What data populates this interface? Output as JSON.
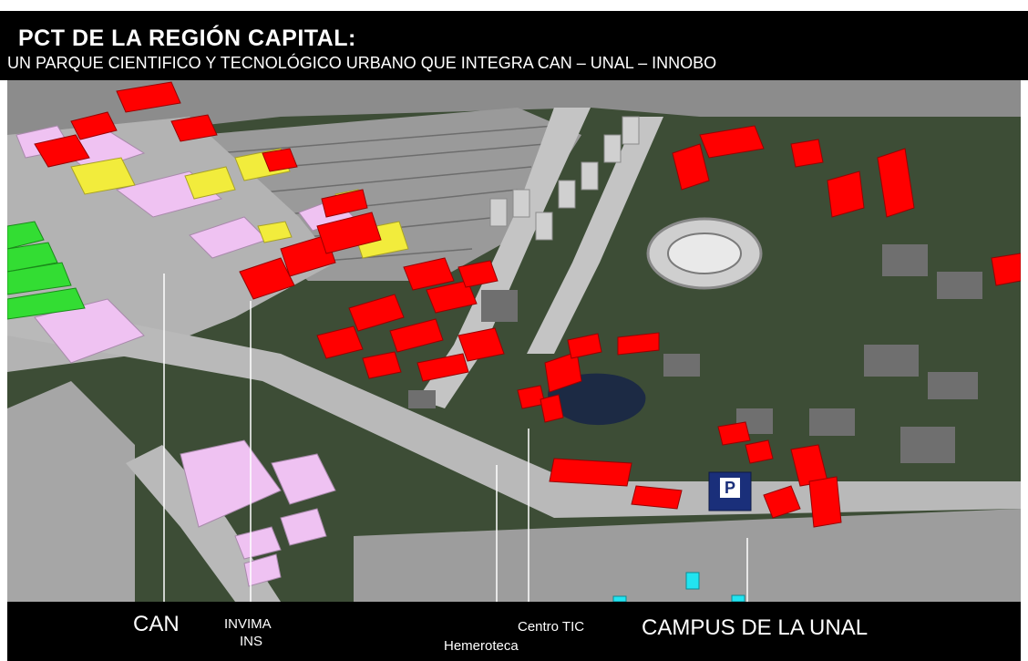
{
  "header": {
    "title": "PCT DE LA REGIÓN CAPITAL:",
    "subtitle": "UN PARQUE CIENTIFICO Y TECNOLÓGICO URBANO QUE INTEGRA  CAN – UNAL – INNOBO"
  },
  "labels": {
    "can": "CAN",
    "invima": "INVIMA",
    "ins": "INS",
    "hemeroteca": "Hemeroteca",
    "centro_tic": "Centro TIC",
    "campus": "CAMPUS DE LA UNAL"
  },
  "map_marks": {
    "parking_sign": "P"
  },
  "colors": {
    "header_bg": "#000000",
    "grass": "#3d4d36",
    "road": "#b9b9b9",
    "highlight_red": "#ff0000",
    "highlight_yellow": "#f2ec3c",
    "highlight_pink": "#efc2f2",
    "highlight_green": "#33dd33",
    "highlight_cyan": "#22e4f0",
    "parking_blue": "#1a2f7a"
  }
}
